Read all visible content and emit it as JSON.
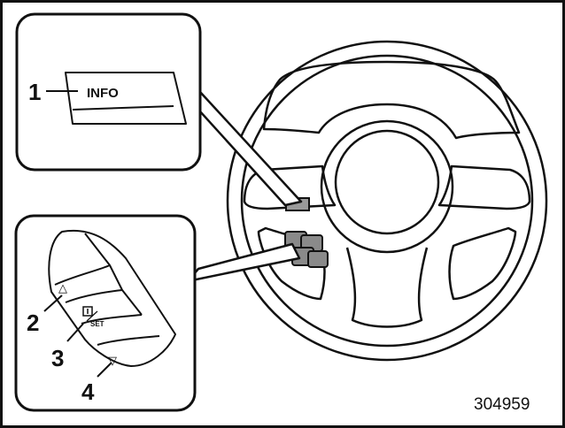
{
  "figure_id": "304959",
  "callouts": [
    {
      "number": "1"
    },
    {
      "number": "2"
    },
    {
      "number": "3"
    },
    {
      "number": "4"
    }
  ],
  "info_button": {
    "label": "INFO"
  },
  "switch_panel": {
    "up_glyph": "△",
    "set_label": "SET",
    "down_glyph": "▽"
  },
  "colors": {
    "line": "#111111",
    "switch_fill": "#8a8a8a",
    "info_switch_fill": "#9a9a9a",
    "background": "#ffffff"
  }
}
